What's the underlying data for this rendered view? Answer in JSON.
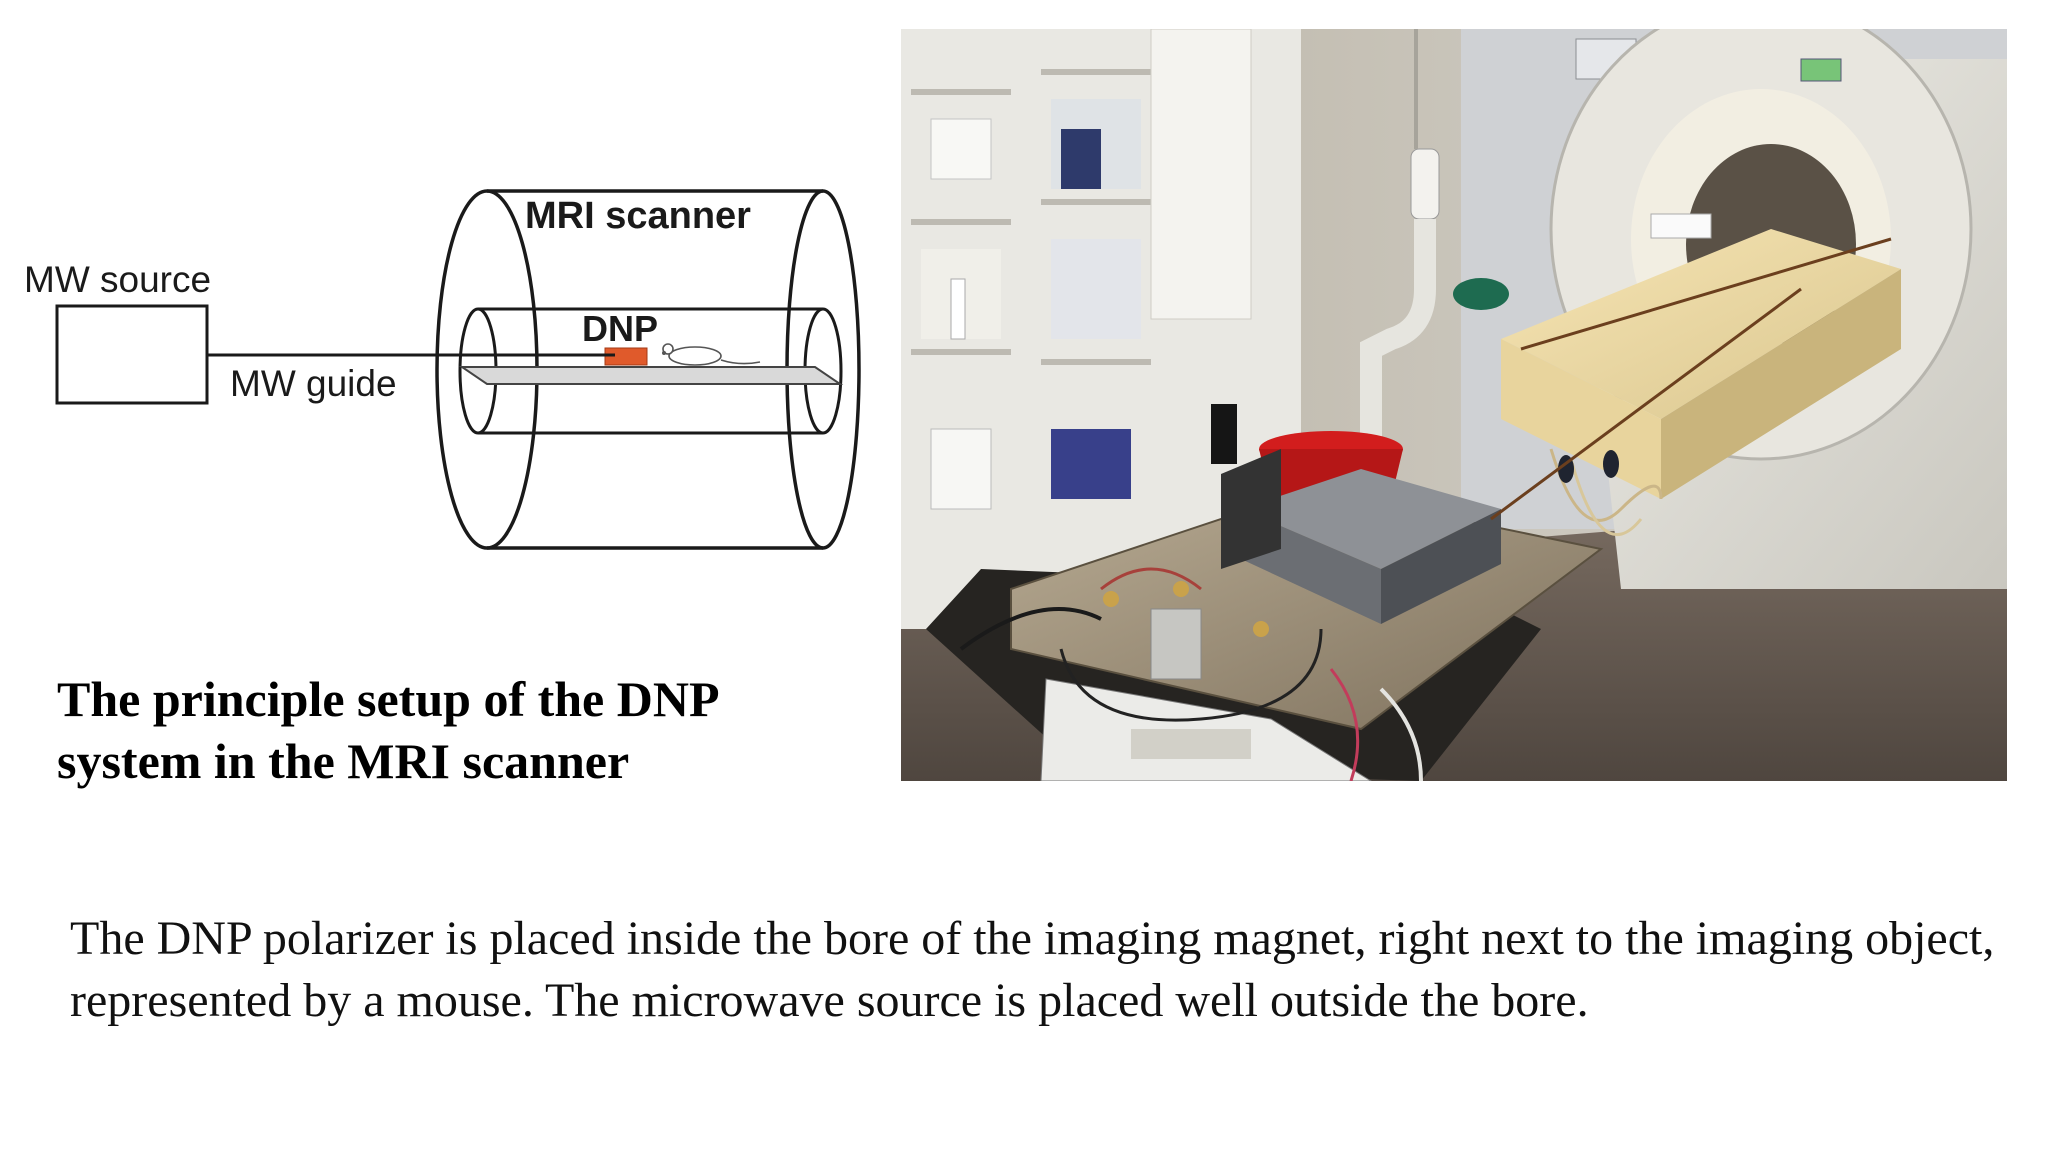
{
  "diagram": {
    "labels": {
      "mri_scanner": "MRI scanner",
      "mw_source": "MW source",
      "mw_guide": "MW guide",
      "dnp": "DNP"
    },
    "colors": {
      "dnp_block": "#e05a2b",
      "stroke": "#1a1a1a",
      "table": "#d9d9d9"
    }
  },
  "caption": {
    "title": "The principle setup of the DNP system in the MRI scanner"
  },
  "photo": {
    "description_icon": "mri-lab-photo"
  },
  "description": {
    "text": "The DNP polarizer is placed inside the bore of the imaging magnet, right next to the imaging object, represented by a mouse. The microwave source is placed well outside the bore."
  }
}
